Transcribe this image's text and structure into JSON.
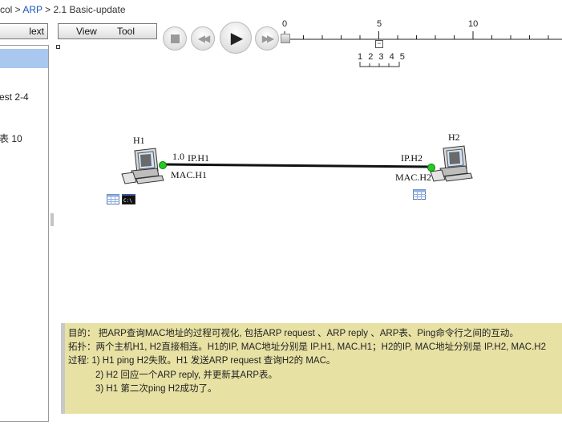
{
  "breadcrumb": {
    "part1": "col > ",
    "part2": "ARP",
    "part3": " > 2.1 Basic-update"
  },
  "left_panel": {
    "next_label": "lext",
    "items": [
      "est 2-4",
      "表 10"
    ]
  },
  "toolbar": {
    "view_label": "View",
    "tool_label": "Tool"
  },
  "timeline": {
    "ticks": [
      "0",
      "5",
      "10"
    ],
    "collapse_symbol": "−",
    "steps": [
      "1",
      "2",
      "3",
      "4",
      "5"
    ]
  },
  "network": {
    "h1": {
      "name": "H1",
      "speed": "1.0",
      "ip": "IP.H1",
      "mac": "MAC.H1"
    },
    "h2": {
      "name": "H2",
      "ip": "IP.H2",
      "mac": "MAC.H2"
    },
    "link_color": "#111111",
    "port_color": "#22cc22"
  },
  "description": {
    "line1": "目的：  把ARP查询MAC地址的过程可视化, 包括ARP request 、ARP reply 、ARP表、Ping命令行之间的互动。",
    "line2": "拓扑：两个主机H1, H2直接相连。H1的IP, MAC地址分别是 IP.H1, MAC.H1；H2的IP, MAC地址分别是 IP.H2, MAC.H2",
    "line3": "过程:  1) H1 ping H2失败。H1 发送ARP request 查询H2的 MAC。",
    "line4": "2) H2 回应一个ARP reply, 并更新其ARP表。",
    "line5": "3) H1 第二次ping H2成功了。"
  },
  "colors": {
    "accent": "#1a56b8",
    "highlight": "#a9c7ef",
    "desc_bg": "#e8e1a4"
  }
}
